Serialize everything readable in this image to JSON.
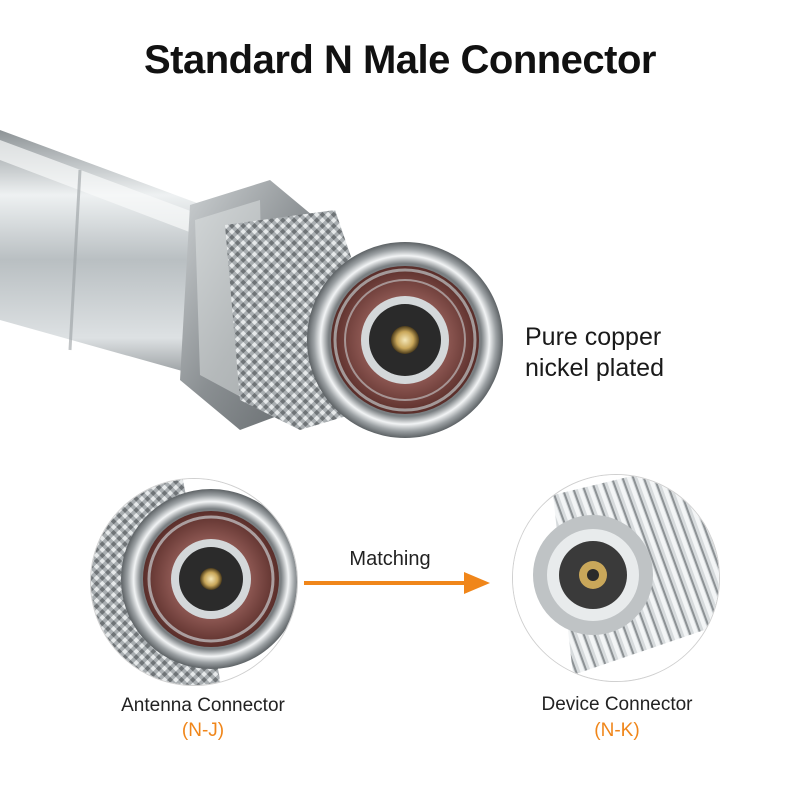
{
  "title": "Standard N Male Connector",
  "hero_caption": {
    "line1": "Pure copper",
    "line2": "nickel plated"
  },
  "matching_label": "Matching",
  "antenna": {
    "label": "Antenna Connector",
    "code": "(N-J)"
  },
  "device": {
    "label": "Device Connector",
    "code": "(N-K)"
  },
  "colors": {
    "accent": "#f0861a",
    "text": "#111111"
  },
  "icons": {
    "arrow": "arrow-right-icon"
  }
}
